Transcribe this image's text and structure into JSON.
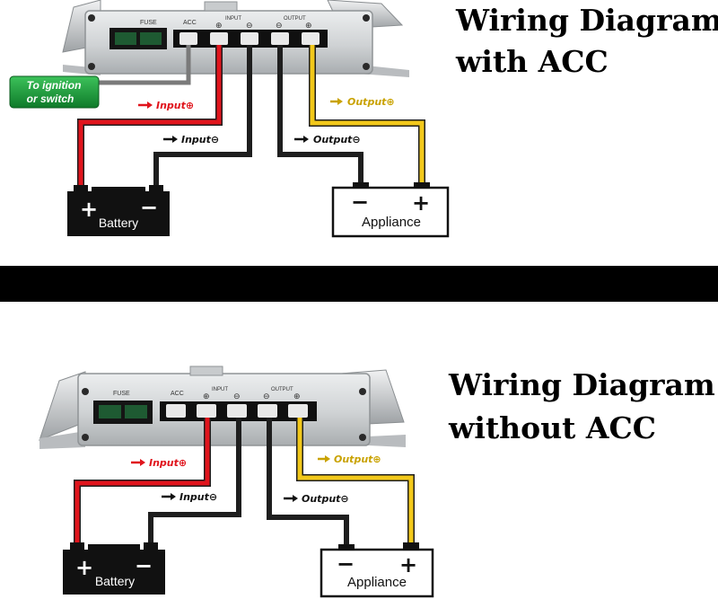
{
  "colors": {
    "wire_positive": "#e0141c",
    "wire_negative": "#1e1e1e",
    "wire_output_positive": "#f2c81a",
    "acc_wire": "#7a7a7a",
    "converter_body": "#d8dadc",
    "acc_badge": "#1c9c3c",
    "divider": "#000000"
  },
  "diagrams": [
    {
      "title_line1": "Wiring Diagram",
      "title_line2": "with ACC",
      "labels": {
        "fuse": "FUSE",
        "acc": "ACC",
        "input": "INPUT",
        "output": "OUTPUT",
        "plus": "⊕",
        "minus": "⊖",
        "input_pos": "Input⊕",
        "input_neg": "Input⊖",
        "output_pos": "Output⊕",
        "output_neg": "Output⊖",
        "acc_note_1": "To ignition",
        "acc_note_2": "or switch"
      },
      "battery": {
        "label": "Battery",
        "plus": "+",
        "minus": "−"
      },
      "appliance": {
        "label": "Appliance",
        "minus": "−",
        "plus": "+"
      }
    },
    {
      "title_line1": "Wiring Diagram",
      "title_line2": "without ACC",
      "labels": {
        "fuse": "FUSE",
        "acc": "ACC",
        "input": "INPUT",
        "output": "OUTPUT",
        "plus": "⊕",
        "minus": "⊖",
        "input_pos": "Input⊕",
        "input_neg": "Input⊖",
        "output_pos": "Output⊕",
        "output_neg": "Output⊖"
      },
      "battery": {
        "label": "Battery",
        "plus": "+",
        "minus": "−"
      },
      "appliance": {
        "label": "Appliance",
        "minus": "−",
        "plus": "+"
      }
    }
  ]
}
